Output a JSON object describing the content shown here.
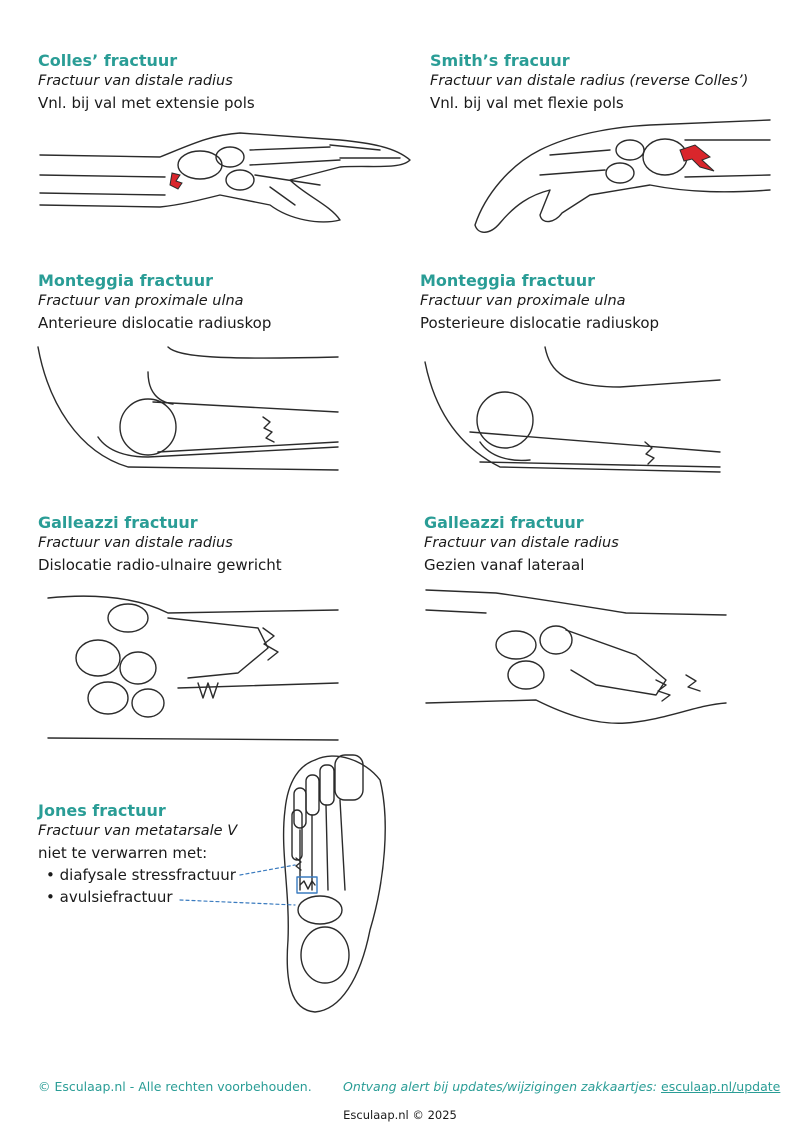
{
  "sections": {
    "colles": {
      "title": "Colles’ fractuur",
      "subtitle": "Fractuur van distale radius",
      "line": "Vnl. bij val met extensie pols"
    },
    "smith": {
      "title": "Smith’s fracuur",
      "subtitle": "Fractuur van distale radius (reverse Colles’)",
      "line": "Vnl. bij val met flexie pols"
    },
    "monteggia_anterior": {
      "title": "Monteggia fractuur",
      "subtitle": "Fractuur van proximale ulna",
      "line": "Anterieure dislocatie radiuskop"
    },
    "monteggia_posterior": {
      "title": "Monteggia fractuur",
      "subtitle": "Fractuur van proximale ulna",
      "line": "Posterieure dislocatie radiuskop"
    },
    "galleazzi_dorsal": {
      "title": "Galleazzi fractuur",
      "subtitle": "Fractuur van distale radius",
      "line": "Dislocatie radio-ulnaire gewricht"
    },
    "galleazzi_lateral": {
      "title": "Galleazzi fractuur",
      "subtitle": "Fractuur van distale radius",
      "line": "Gezien vanaf lateraal"
    },
    "jones": {
      "title": "Jones fractuur",
      "subtitle": "Fractuur van metatarsale V",
      "line": "niet te verwarren met:",
      "bullets": [
        "diafysale stressfractuur",
        "avulsiefractuur"
      ]
    }
  },
  "colors": {
    "accent": "#2a9d96",
    "fracture_red": "#d9262c"
  },
  "footer": {
    "copyright": "© Esculaap.nl - Alle rechten voorbehouden.",
    "alert_text": "Ontvang alert bij updates/wijzigingen zakkaartjes:",
    "alert_link": "esculaap.nl/update",
    "bottom": "Esculaap.nl © 2025"
  }
}
